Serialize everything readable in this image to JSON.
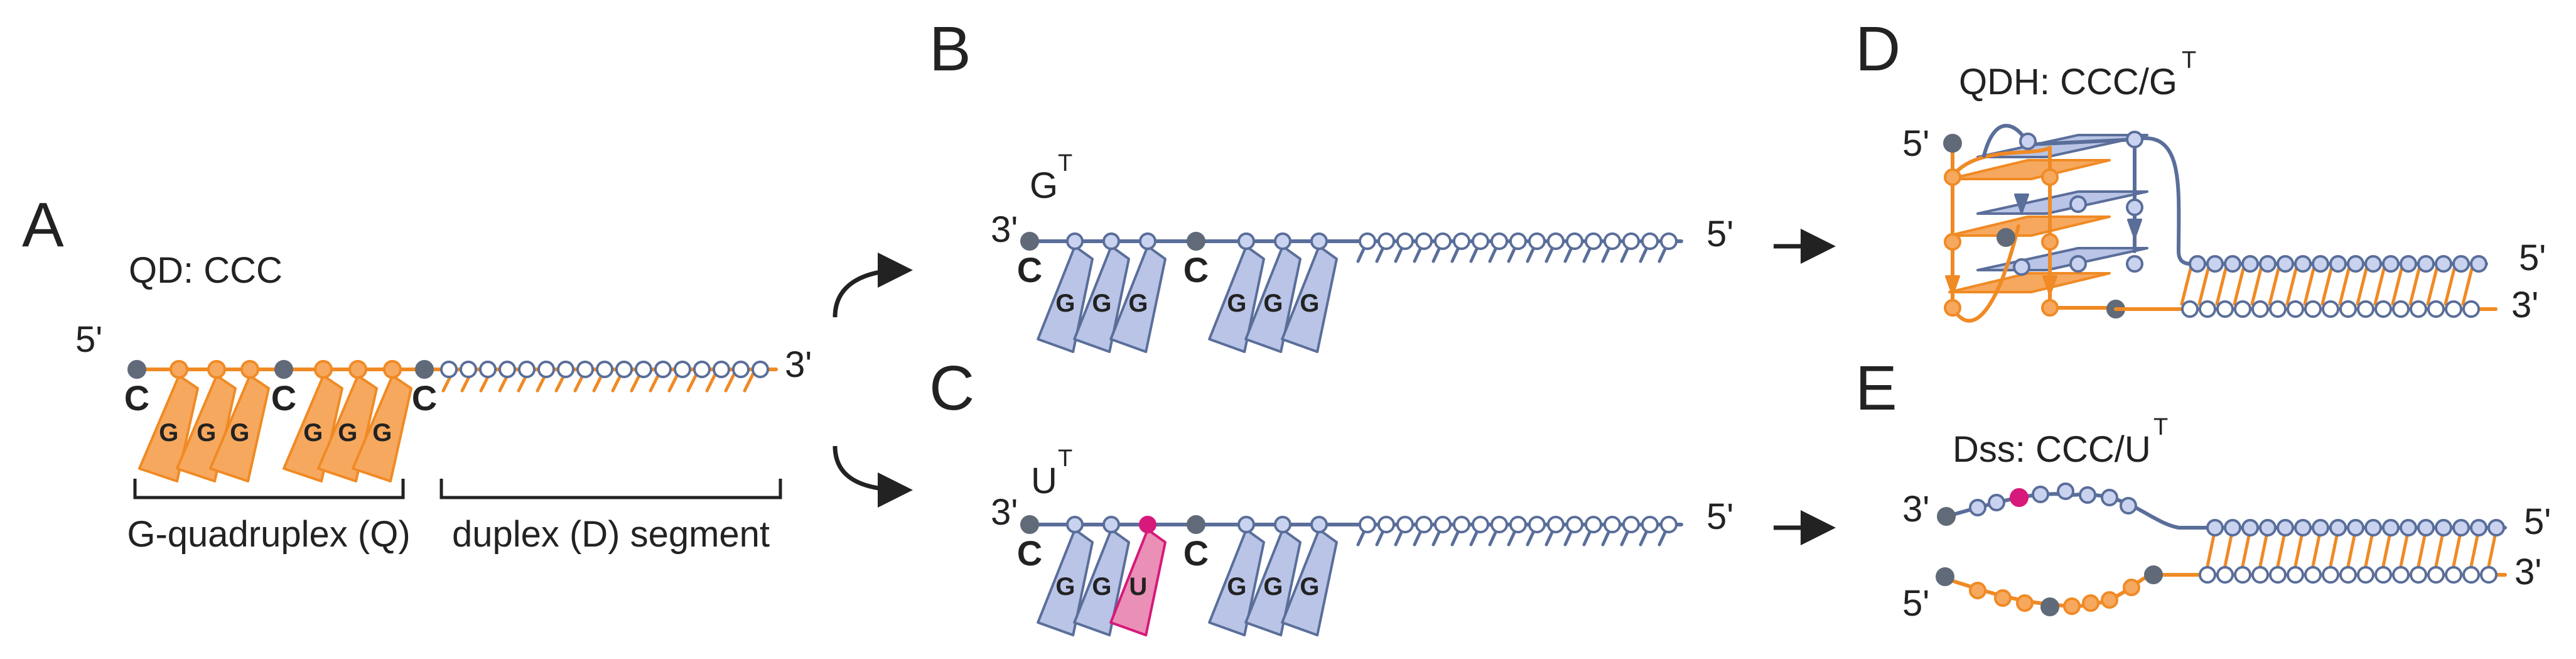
{
  "colors": {
    "orange": "#f08a24",
    "orange_fill": "#f6a85e",
    "blue": "#5a6e9a",
    "blue_fill": "#b9c4e6",
    "blue_node": "#c9d3f0",
    "gray_node": "#606a78",
    "magenta": "#d6197a",
    "pink_fill": "#ea8fb6",
    "text": "#222222"
  },
  "panels": {
    "A": {
      "letter": "A",
      "label": "QD: CCC",
      "end_left": "5'",
      "end_right": "3'",
      "c_labels": [
        "C",
        "C",
        "C"
      ],
      "g_labels": [
        "G",
        "G",
        "G",
        "G",
        "G",
        "G"
      ],
      "bracket_q": "G-quadruplex (Q)",
      "bracket_d": "duplex (D) segment"
    },
    "B": {
      "letter": "B",
      "label_main": "G",
      "label_sup": "T",
      "end_left": "3'",
      "end_right": "5'",
      "c_labels": [
        "C",
        "C"
      ],
      "g_labels": [
        "G",
        "G",
        "G",
        "G",
        "G",
        "G"
      ]
    },
    "C": {
      "letter": "C",
      "label_main": "U",
      "label_sup": "T",
      "end_left": "3'",
      "end_right": "5'",
      "c_labels": [
        "C",
        "C"
      ],
      "g_labels": [
        "G",
        "G",
        "U",
        "G",
        "G",
        "G"
      ]
    },
    "D": {
      "letter": "D",
      "label_main": "QDH: CCC/G",
      "label_sup": "T",
      "end_top_left": "5'",
      "end_top_right": "5'",
      "end_bottom_right": "3'"
    },
    "E": {
      "letter": "E",
      "label_main": "Dss: CCC/U",
      "label_sup": "T",
      "end_top_left": "3'",
      "end_bottom_left": "5'",
      "end_top_right": "5'",
      "end_bottom_right": "3'"
    }
  }
}
